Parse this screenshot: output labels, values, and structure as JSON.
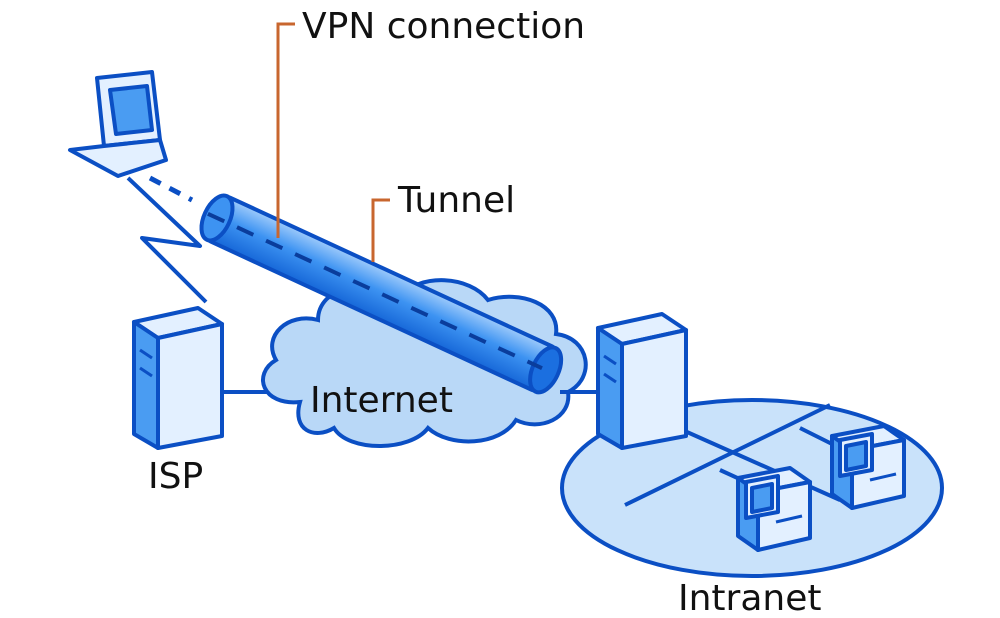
{
  "labels": {
    "vpn_connection": "VPN connection",
    "tunnel": "Tunnel",
    "internet": "Internet",
    "isp": "ISP",
    "intranet": "Intranet"
  },
  "colors": {
    "outline": "#0b4fc4",
    "device_fill": "#e3f0ff",
    "cloud_fill": "#b9d8f7",
    "intranet_fill": "#c9e2fa",
    "tunnel_fill": "#2f8cf0",
    "callout": "#c8662e"
  },
  "icons": [
    "laptop-icon",
    "server-icon",
    "workstation-icon",
    "cloud-icon",
    "tunnel-icon"
  ]
}
